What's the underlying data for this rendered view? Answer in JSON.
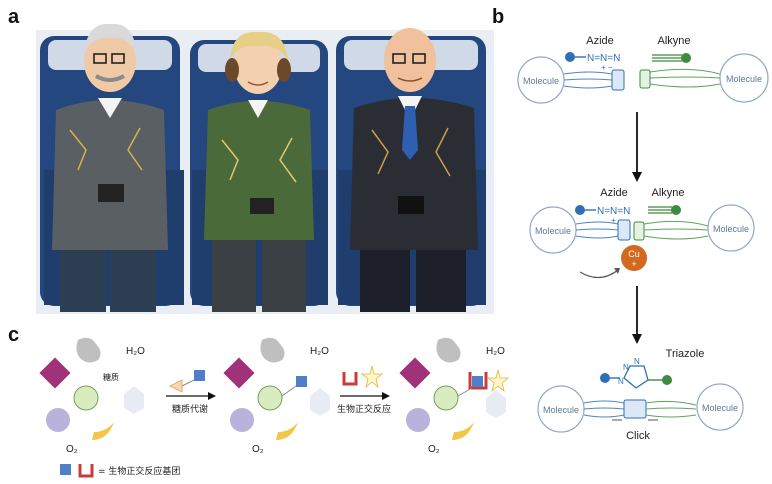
{
  "panels": {
    "a": "a",
    "b": "b",
    "c": "c"
  },
  "panel_b": {
    "step1": {
      "azide": "Azide",
      "alkyne": "Alkyne",
      "azide_formula": "N=N=N",
      "azide_charges": "+ −",
      "molecule_left": "Molecule",
      "molecule_right": "Molecule"
    },
    "step2": {
      "azide": "Azide",
      "alkyne": "Alkyne",
      "azide_formula": "N=N=N",
      "azide_charges": "+ −",
      "molecule_left": "Molecule",
      "molecule_right": "Molecule",
      "catalyst": "Cu",
      "catalyst_charge": "+"
    },
    "step3": {
      "product": "Triazole",
      "ring_n1": "N",
      "ring_n2": "N",
      "ring_n3": "N",
      "molecule_left": "Molecule",
      "molecule_right": "Molecule",
      "caption": "Click"
    }
  },
  "panel_c": {
    "water": "H₂O",
    "oxygen": "O₂",
    "sugar_label": "糖质",
    "step1_label": "糖质代谢",
    "step2_label": "生物正交反应",
    "legend_text": "= 生物正交反应基团"
  },
  "colors": {
    "azide_blue": "#2f6fb5",
    "alkyne_green": "#3e8a3e",
    "copper": "#d2691e",
    "molecule_outline": "#8fa9c4",
    "arrow": "#111111"
  }
}
